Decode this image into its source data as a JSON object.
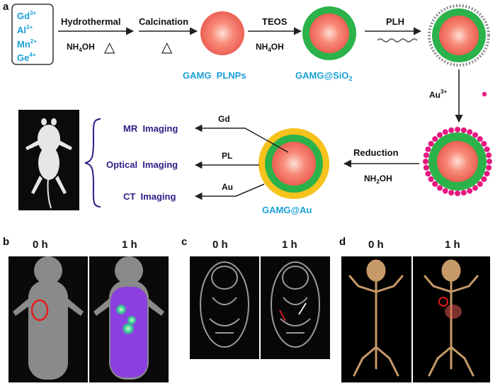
{
  "panel_labels": {
    "a": "a",
    "b": "b",
    "c": "c",
    "d": "d"
  },
  "elements": {
    "gd": "Gd",
    "gd_sup": "3+",
    "al": "Al",
    "al_sup": "3+",
    "mn": "Mn",
    "mn_sup": "2+",
    "ge": "Ge",
    "ge_sup": "4+"
  },
  "steps": {
    "hydrothermal": "Hydrothermal",
    "nh4oh_base": "NH",
    "nh4oh_sub": "4",
    "nh4oh_end": "OH",
    "triangle": "△",
    "calcination": "Calcination",
    "teos": "TEOS",
    "plh": "PLH",
    "au_ion": "Au",
    "au_ion_sup": "3+",
    "reduction": "Reduction",
    "nh2oh_base": "NH",
    "nh2oh_sub": "2",
    "nh2oh_end": "OH"
  },
  "products": {
    "plnps": "GAMG  PLNPs",
    "sio2_base": "GAMG@SiO",
    "sio2_sub": "2",
    "au": "GAMG@Au"
  },
  "imaging": {
    "mr": "MR  Imaging",
    "optical": "Optical  Imaging",
    "ct": "CT  Imaging",
    "gd": "Gd",
    "pl": "PL",
    "au": "Au"
  },
  "time_labels": {
    "t0": "0 h",
    "t1": "1 h"
  },
  "colors": {
    "cyan_text": "#1aa0d8",
    "navy_text": "#2b1f86",
    "core": "#f26a5e",
    "shell_green": "#2bb24a",
    "shell_gold": "#f6c21c",
    "au_dots": "#e8177f"
  }
}
